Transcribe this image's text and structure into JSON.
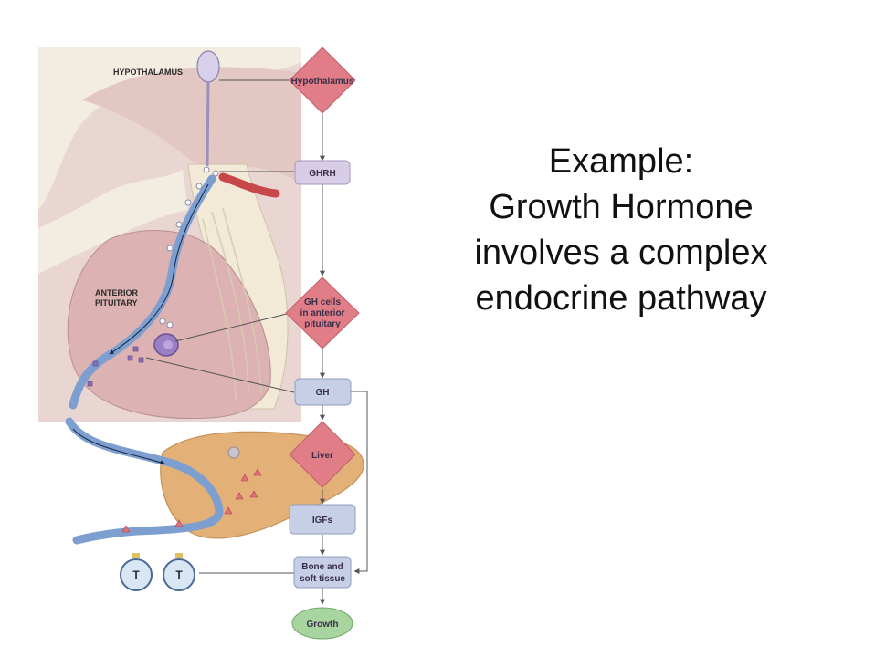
{
  "slide": {
    "title_lines": [
      "Example:",
      "Growth Hormone",
      "involves a complex",
      "endocrine pathway"
    ]
  },
  "diagram": {
    "anatomy_labels": {
      "hypothalamus": "HYPOTHALAMUS",
      "anterior_pituitary_line1": "ANTERIOR",
      "anterior_pituitary_line2": "PITUITARY"
    },
    "nodes": {
      "hypothalamus": "Hypothalamus",
      "ghrh": "GHRH",
      "gh_cells_line1": "GH cells",
      "gh_cells_line2": "in anterior",
      "gh_cells_line3": "pituitary",
      "gh": "GH",
      "liver": "Liver",
      "igfs": "IGFs",
      "bone_line1": "Bone and",
      "bone_line2": "soft tissue",
      "growth": "Growth"
    },
    "target_cells": [
      "T",
      "T"
    ],
    "colors": {
      "diamond": "#e07d86",
      "process_box": "#d8cde6",
      "hormone_box": "#c7cfe6",
      "growth_oval": "#a8d4a0",
      "tissue": "#e6c8c4",
      "liver": "#e3b078",
      "vessel": "#7d9fd0"
    }
  }
}
